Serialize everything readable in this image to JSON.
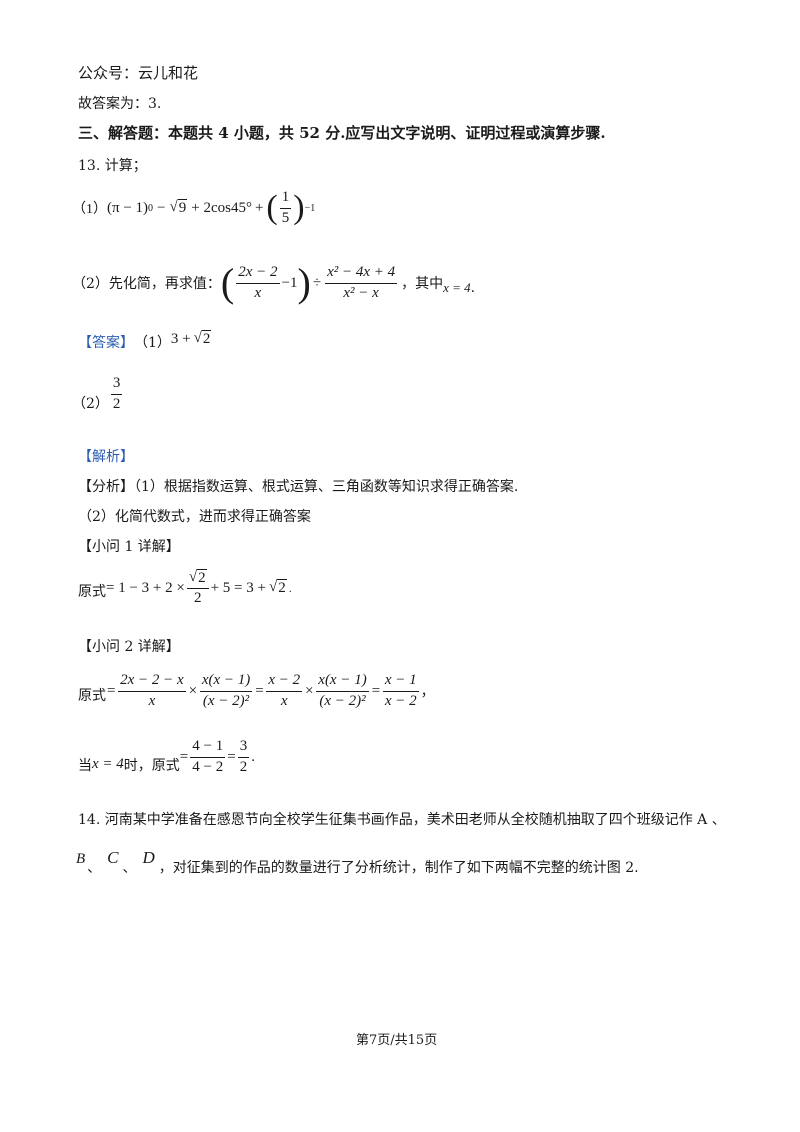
{
  "header": {
    "text": "公众号：云儿和花"
  },
  "prev_answer": "故答案为：3.",
  "section": {
    "title": "三、解答题：本题共 4 小题，共 52 分.应写出文字说明、证明过程或演算步骤."
  },
  "q13": {
    "stem": "13. 计算；",
    "p1_label": "（1）",
    "p1_expr": {
      "a": "(π − 1)",
      "a_sup": "0",
      "b": "−",
      "sqrt9": "9",
      "c": "+ 2cos45°",
      "d": "+",
      "frac_num": "1",
      "frac_den": "5",
      "exp": "−1"
    },
    "p2_label": "（2）先化简，再求值：",
    "p2_expr": {
      "f1_num": "2x − 2",
      "f1_den": "x",
      "minus1": "−1",
      "div": "÷",
      "f2_num": "x² − 4x + 4",
      "f2_den": "x² − x",
      "tail": "，其中",
      "cond": "x = 4"
    },
    "answer_tag": "【答案】",
    "ans1_label": "（1）",
    "ans1": {
      "a": "3 +",
      "sqrt": "2"
    },
    "ans2_label": "（2）",
    "ans2": {
      "num": "3",
      "den": "2"
    },
    "analysis_tag": "【解析】",
    "fenxi": "【分析】（1）根据指数运算、根式运算、三角函数等知识求得正确答案.",
    "fenxi2": "（2）化简代数式，进而求得正确答案",
    "sub1_title": "【小问 1 详解】",
    "sub1": {
      "label": "原式",
      "a": "= 1 − 3 + 2 ×",
      "frac_num_sqrt": "2",
      "frac_den": "2",
      "b": "+ 5 = 3 +",
      "sqrt": "2",
      "end": "."
    },
    "sub2_title": "【小问 2 详解】",
    "sub2": {
      "label": "原式",
      "eq": "=",
      "f1_num": "2x − 2 − x",
      "f1_den": "x",
      "times": "×",
      "f2_num": "x(x − 1)",
      "f2_den": "(x − 2)²",
      "f3_num": "x − 2",
      "f3_den": "x",
      "f4_num": "x(x − 1)",
      "f4_den": "(x − 2)²",
      "f5_num": "x − 1",
      "f5_den": "x − 2",
      "end": "，"
    },
    "sub2b": {
      "lead": "当",
      "cond": "x = 4",
      "mid": "时，原式",
      "eq": "=",
      "f1_num": "4 − 1",
      "f1_den": "4 − 2",
      "f2_num": "3",
      "f2_den": "2",
      "end": "."
    }
  },
  "q14": {
    "line1": "14. 河南某中学准备在感恩节向全校学生征集书画作品，美术田老师从全校随机抽取了四个班级记作 A 、",
    "b": "B",
    "c": "C",
    "d": "D",
    "seps": [
      "、",
      "、"
    ],
    "line2": "，对征集到的作品的数量进行了分析统计，制作了如下两幅不完整的统计图 2."
  },
  "footer": {
    "page": "第7页/共15页"
  }
}
